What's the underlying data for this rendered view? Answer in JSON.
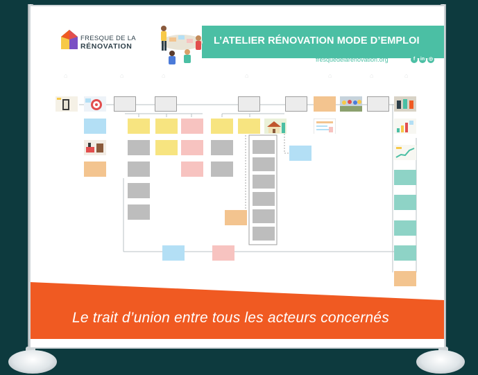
{
  "header": {
    "title": "L’ATELIER RÉNOVATION MODE D’EMPLOI"
  },
  "logo": {
    "line1": "FRESQUE DE LA",
    "line2": "RÉNOVATION"
  },
  "website": {
    "url": "fresquedelarenovation.org",
    "social_icons": [
      "facebook-icon",
      "linkedin-icon",
      "instagram-icon"
    ]
  },
  "footer": {
    "tagline": "Le trait d’union entre tous les acteurs concernés"
  },
  "colors": {
    "background": "#0d3a3e",
    "header_bar": "#4bbfa4",
    "footer_band": "#f05a22",
    "card_gray": "#bdbdbd",
    "card_yellow": "#f7e480",
    "card_pink": "#f7c3c0",
    "card_blue": "#b3dff5",
    "card_orange": "#f3c48f",
    "card_teal": "#8ed3c6"
  }
}
